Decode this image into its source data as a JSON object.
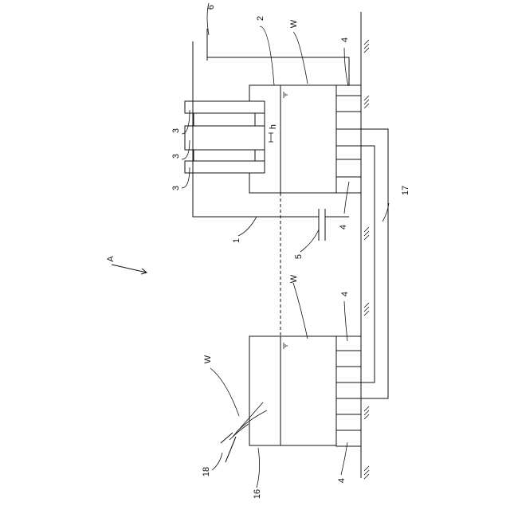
{
  "figure": {
    "arrow_label": "A",
    "labels": {
      "l1": "1",
      "l2": "2",
      "l3a": "3",
      "l3b": "3",
      "l3c": "3",
      "l4a": "4",
      "l4b": "4",
      "l4c": "4",
      "l4d": "4",
      "l5": "5",
      "l6": "6",
      "l16": "16",
      "l17": "17",
      "l18": "18",
      "lh": "h",
      "lw1": "W",
      "lw2": "W",
      "lw3": "W"
    }
  }
}
